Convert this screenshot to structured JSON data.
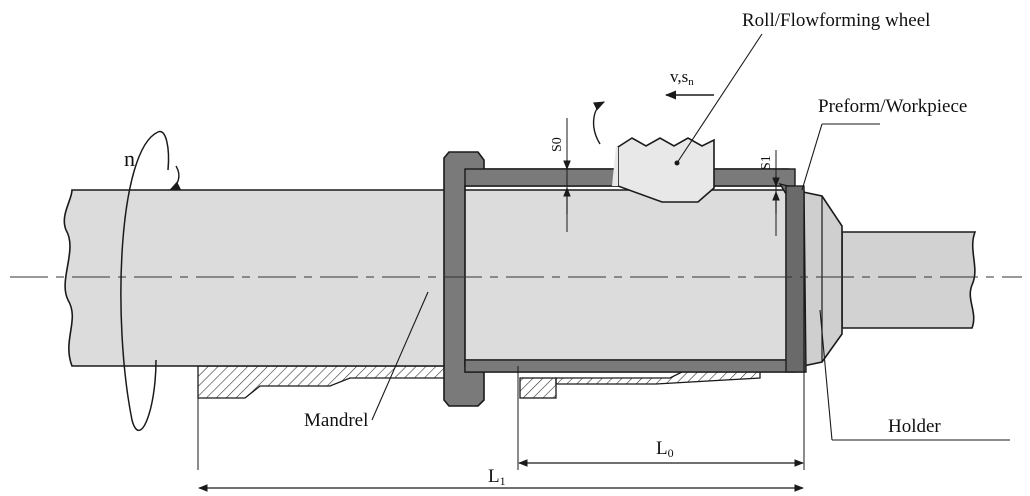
{
  "labels": {
    "roll": "Roll/Flowforming wheel",
    "preform": "Preform/Workpiece",
    "rotation": "n",
    "feed": "v,s",
    "feed_sub": "n",
    "s0": "S0",
    "s1": "S1",
    "mandrel": "Mandrel",
    "holder": "Holder",
    "l0": "L",
    "l0_sub": "0",
    "l1": "L",
    "l1_sub": "1"
  },
  "colors": {
    "mandrel": "#dcdcdc",
    "workpiece": "#777777",
    "roller": "#e6e6e6",
    "holder": "#d2d2d2",
    "line": "#1a1a1a"
  }
}
